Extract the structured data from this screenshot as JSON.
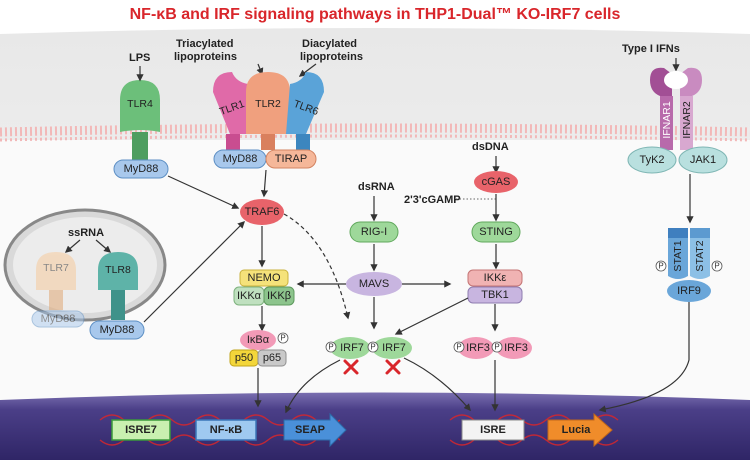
{
  "title": "NF-κB and IRF signaling pathways in THP1-Dual™ KO-IRF7 cells",
  "ligands": {
    "lps": "LPS",
    "triacylated": "Triacylated",
    "triacylated2": "lipoproteins",
    "diacylated": "Diacylated",
    "diacylated2": "lipoproteins",
    "ifns": "Type I IFNs",
    "dsdna": "dsDNA",
    "dsrna": "dsRNA",
    "ssrna": "ssRNA",
    "cgamp": "2'3'cGAMP"
  },
  "receptors": {
    "tlr4": "TLR4",
    "tlr1": "TLR1",
    "tlr2": "TLR2",
    "tlr6": "TLR6",
    "tlr7": "TLR7",
    "tlr8": "TLR8",
    "ifnar1": "IFNAR1",
    "ifnar2": "IFNAR2"
  },
  "nodes": {
    "myd88_a": "MyD88",
    "myd88_b": "MyD88",
    "tirap": "TIRAP",
    "myd88_c": "MyD88",
    "myd88_d": "MyD88",
    "traf6": "TRAF6",
    "nemo": "NEMO",
    "ikka": "IKKα",
    "ikkb": "IKKβ",
    "ikba": "IκBα",
    "p50": "p50",
    "p65": "p65",
    "rigi": "RIG-I",
    "mavs": "MAVS",
    "cgas": "cGAS",
    "sting": "STING",
    "ikke": "IKKε",
    "tbk1": "TBK1",
    "irf7a": "IRF7",
    "irf7b": "IRF7",
    "irf3a": "IRF3",
    "irf3b": "IRF3",
    "tyk2": "TyK2",
    "jak1": "JAK1",
    "stat1": "STAT1",
    "stat2": "STAT2",
    "irf9": "IRF9",
    "p": "P"
  },
  "reporters": {
    "isre7": "ISRE7",
    "nfkb": "NF-κB",
    "seap": "SEAP",
    "isre": "ISRE",
    "lucia": "Lucia"
  },
  "colors": {
    "title": "#d9262b",
    "cytoplasm": "#f3f3f3",
    "nucleus": "#4a3f84",
    "knockout": "#d9262b"
  }
}
